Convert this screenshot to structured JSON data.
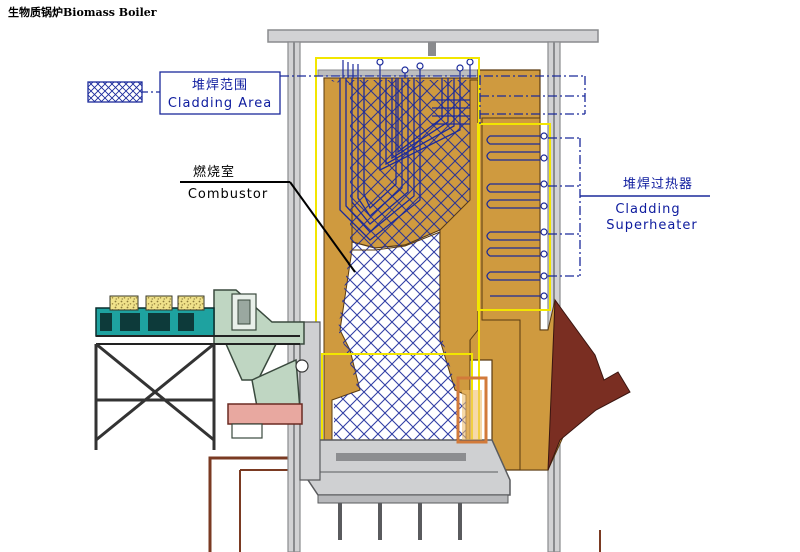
{
  "title": "生物质锅炉Biomass Boiler",
  "labels": {
    "cladding_area_cn": "堆焊范围",
    "cladding_area_en": "Cladding Area",
    "combustor_cn": "燃烧室",
    "combustor_en": "Combustor",
    "superheater_cn": "堆焊过热器",
    "superheater_en_1": "Cladding",
    "superheater_en_2": "Superheater"
  },
  "colors": {
    "boiler_fill": "#cf9a3f",
    "cladding_line": "#1b2a9b",
    "outline_yellow": "#f2e600",
    "frame_gray": "#a9aaad",
    "frame_fill": "#d2d2d4",
    "dark_red": "#7a2e22",
    "duct_green": "#bfd6c2",
    "brick": "#7a3a22"
  },
  "icons": {
    "legend_swatch": "crosshatch-swatch-icon",
    "valve": "valve-circle-icon"
  }
}
